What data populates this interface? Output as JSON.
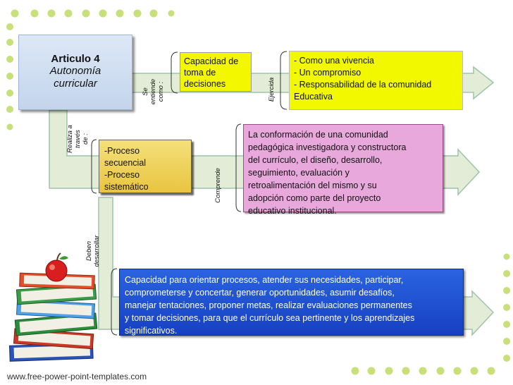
{
  "article": {
    "number": "Articulo 4",
    "title_line1": "Autonomía",
    "title_line2": "curricular"
  },
  "labels": {
    "se_entiende_1": "Se",
    "se_entiende_2": "entiende",
    "se_entiende_3": "como :",
    "ejercida": "Ejercida",
    "realiza_1": "Realiza a",
    "realiza_2": "través",
    "realiza_3": "de :",
    "comprende": "Comprende",
    "deben_1": "Deben",
    "deben_2": "desarrollar"
  },
  "capacidad": {
    "line1": "Capacidad de",
    "line2": "toma de",
    "line3": "decisiones"
  },
  "ejercida_list": {
    "line1": "- Como una vivencia",
    "line2": "- Un compromiso",
    "line3": "- Responsabilidad de la comunidad",
    "line4": "Educativa"
  },
  "proceso": {
    "line1": "-Proceso",
    "line2": "secuencial",
    "line3": "-Proceso",
    "line4": "sistemático"
  },
  "conformacion": {
    "line1": "La conformación de una comunidad",
    "line2": "pedagógica investigadora y constructora",
    "line3": "del currículo, el diseño, desarrollo,",
    "line4": "seguimiento, evaluación y",
    "line5": "retroalimentación del mismo y su",
    "line6": "adopción como parte del proyecto",
    "line7": "educativo institucional."
  },
  "capacidades": {
    "line1": "Capacidad para orientar procesos, atender sus necesidades, participar,",
    "line2": "comprometerse y concertar, generar oportunidades, asumir desafíos,",
    "line3": "manejar tentaciones, proponer metas, realizar evaluaciones permanentes",
    "line4": "y tomar decisiones, para que el currículo sea pertinente y los aprendizajes",
    "line5": "significativos."
  },
  "footer": "www.free-power-point-templates.com",
  "colors": {
    "dots": "#c8e07a",
    "arrow_fill": "#e2ecd6",
    "arrow_stroke": "#9fc3a8",
    "yellow": "#f3f700",
    "pink": "#e8a8dc",
    "blue": "#1e50d4"
  }
}
